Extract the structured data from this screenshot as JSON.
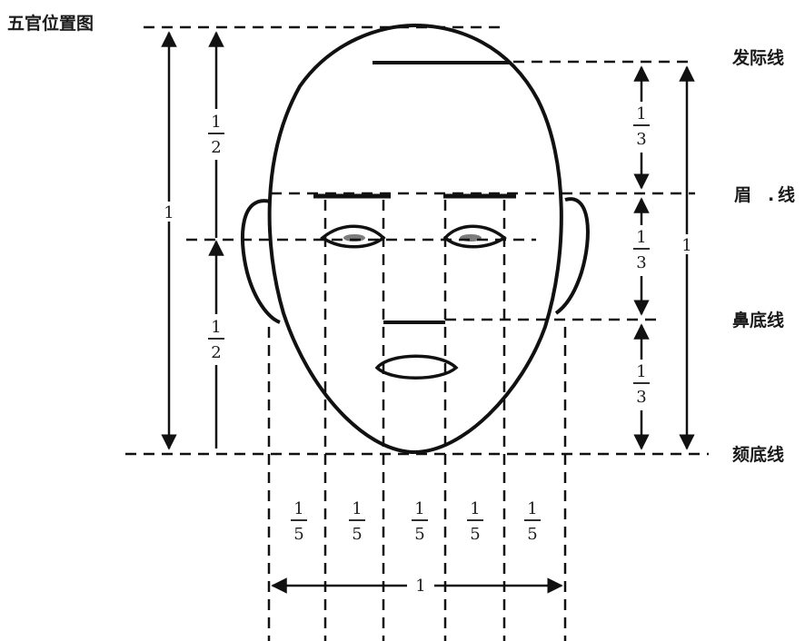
{
  "diagram": {
    "title": "五官位置图",
    "guide_labels": {
      "hairline": "发际线",
      "brow": "眉",
      "brow_dot": ".",
      "brow_suffix": "线",
      "nose_base": "鼻底线",
      "chin": "颏底线"
    },
    "fractions": {
      "half": {
        "num": "1",
        "den": "2"
      },
      "third": {
        "num": "1",
        "den": "3"
      },
      "fifth": {
        "num": "1",
        "den": "5"
      }
    },
    "whole": "1"
  }
}
